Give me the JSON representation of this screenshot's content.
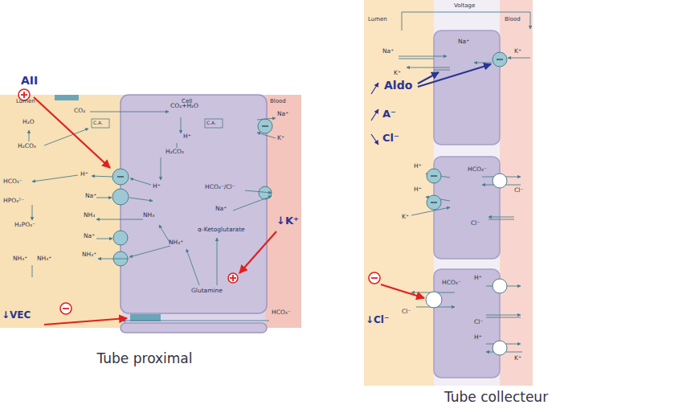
{
  "diagram": {
    "nodes": [
      {
        "text": [
          "Tube proximal"
        ]
      },
      {
        "text": [
          "Tube collecteur"
        ]
      }
    ],
    "labels": [
      "AII",
      "Lumen",
      "Cell",
      "Blood",
      "CO₂",
      "CO₂+H₂O",
      "H₂O",
      "C.A.",
      "C.A.",
      "H₂CO₃",
      "H⁺",
      "H₂CO₃",
      "HCO₃⁻",
      "H⁺",
      "H⁺",
      "HCO₃⁻/Cl⁻",
      "HPO₄²⁻",
      "Na⁺",
      "Na⁺",
      "H₂PO₄⁻",
      "NH₃",
      "NH₃",
      "α-Ketoglutarate",
      "Na⁺",
      "NH₄⁺",
      "NH₄⁺",
      "NH₄⁺",
      "NH₄⁺",
      "Glutamine",
      "↓K⁺",
      "↓VEC",
      "Na⁺",
      "K⁺",
      "HCO₃⁻",
      "Voltage",
      "Lumen",
      "Blood",
      "Na⁺",
      "Na⁺",
      "Aldo",
      "K⁺",
      "K⁺",
      "A⁻",
      "Cl⁻",
      "H⁺",
      "HCO₃⁻",
      "H⁺",
      "Cl⁻",
      "K⁺",
      "Cl⁻",
      "HCO₃⁻",
      "H⁺",
      "Cl⁻",
      "Cl⁻",
      "H⁺",
      "K⁺",
      "↓Cl⁻"
    ]
  }
}
